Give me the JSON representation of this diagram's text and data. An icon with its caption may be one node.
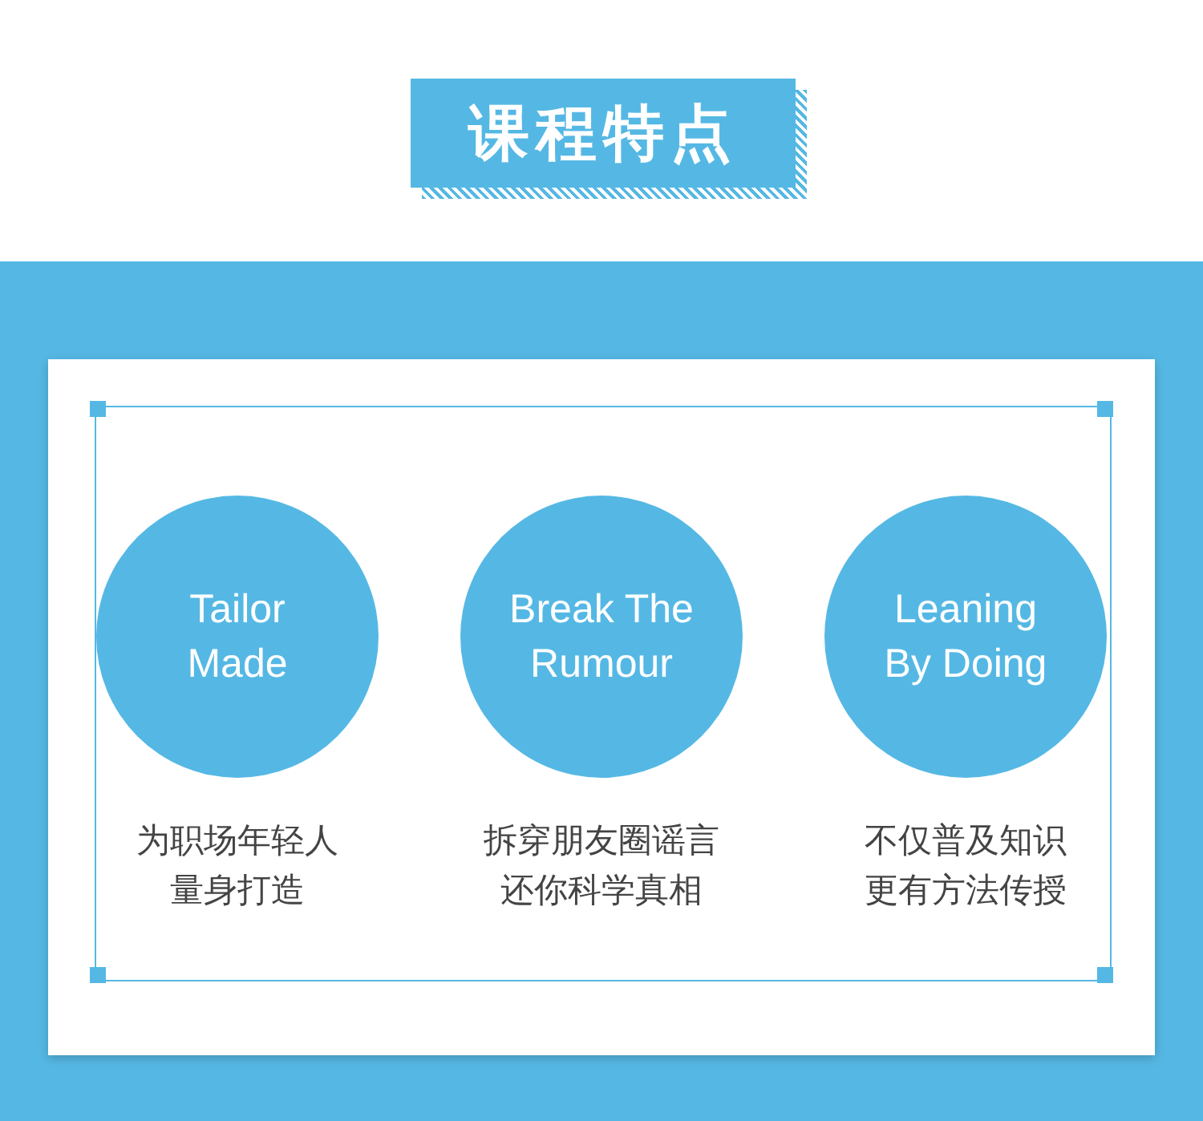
{
  "diagram": {
    "title": "课程特点",
    "nodes": [
      {
        "text": [
          "Tailor Made"
        ],
        "beside": [
          "为职场年轻人量身打造"
        ]
      },
      {
        "text": [
          "Break The Rumour"
        ],
        "beside": [
          "拆穿朋友圈谣言还你科学真相"
        ]
      },
      {
        "text": [
          "Leaning By Doing"
        ],
        "beside": [
          "不仅普及知识更有方法传授"
        ]
      }
    ],
    "edges": []
  }
}
